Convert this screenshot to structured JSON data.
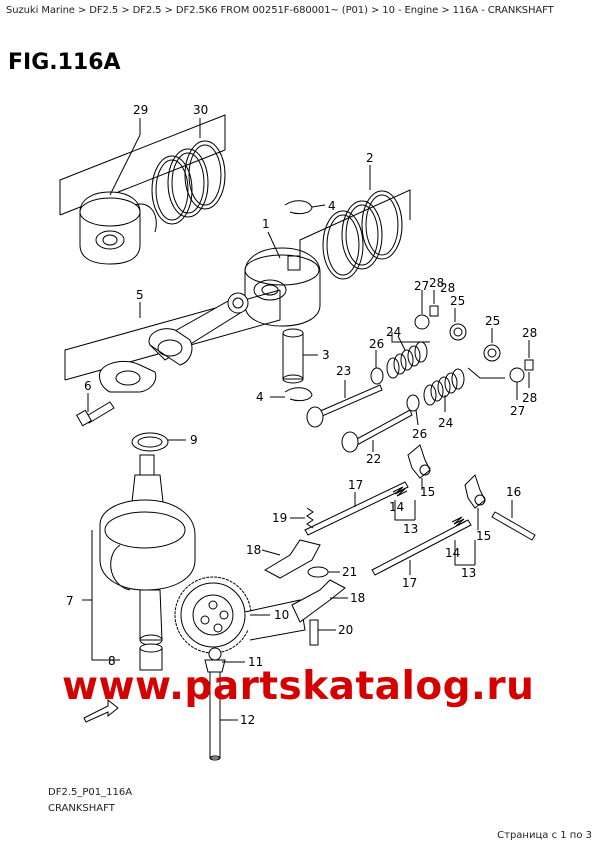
{
  "breadcrumb": "Suzuki Marine > DF2.5 > DF2.5 > DF2.5K6 FROM 00251F-680001~ (P01) > 10 - Engine > 116A - CRANKSHAFT",
  "figure_title": "FIG.116A",
  "footer": {
    "code": "DF2.5_P01_116A",
    "name": "CRANKSHAFT"
  },
  "page_info": "Страница с 1 по 3",
  "watermark": "www.partskatalog.ru",
  "watermark_color": "#d50000",
  "callouts": {
    "c29": "29",
    "c30": "30",
    "c2": "2",
    "c4a": "4",
    "c1": "1",
    "c5": "5",
    "c3": "3",
    "c6": "6",
    "c4b": "4",
    "c9": "9",
    "c7": "7",
    "c8": "8",
    "c10": "10",
    "c11": "11",
    "c12": "12",
    "c17a": "17",
    "c19": "19",
    "c18a": "18",
    "c21": "21",
    "c18b": "18",
    "c20": "20",
    "c14a": "14",
    "c15a": "15",
    "c13a": "13",
    "c17b": "17",
    "c14b": "14",
    "c15b": "15",
    "c13b": "13",
    "c16": "16",
    "c28a": "28",
    "c27a": "27",
    "c28b": "28",
    "c25a": "25",
    "c24a": "24",
    "c26a": "26",
    "c23": "23",
    "c25b": "25",
    "c28c": "28",
    "c27b": "27",
    "c28d": "28",
    "c24b": "24",
    "c26b": "26",
    "c22": "22"
  },
  "icons": {
    "front_arrow": "front-arrow-icon"
  }
}
